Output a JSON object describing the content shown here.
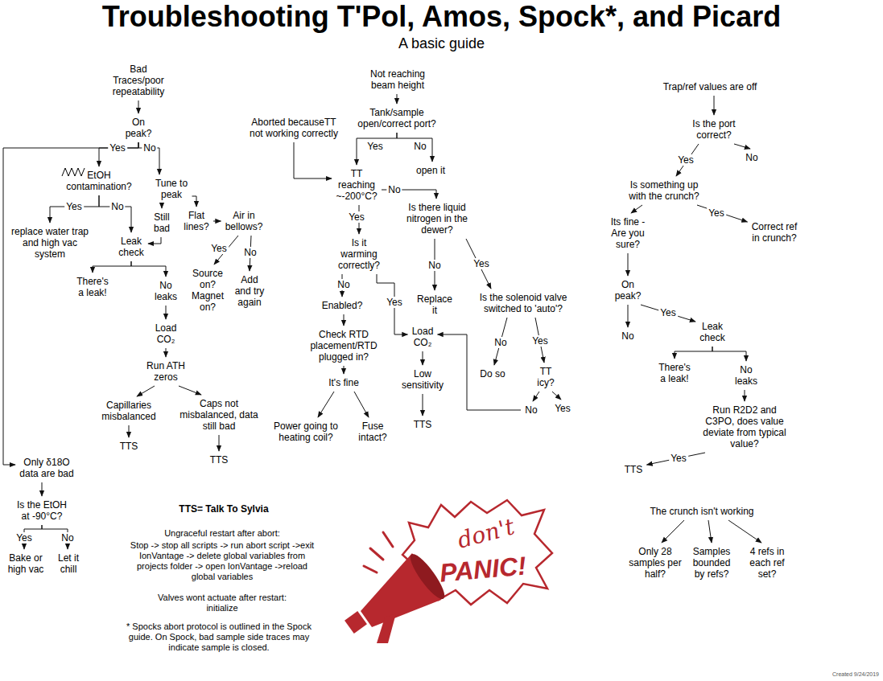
{
  "diagram": {
    "title": "Troubleshooting T'Pol, Amos, Spock*, and Picard",
    "caption": "A basic guide",
    "nodes": [
      {
        "text": [
          "Bad Traces/poor repeatability"
        ]
      },
      {
        "text": [
          "On peak?"
        ]
      },
      {
        "text": [
          "EtOH contamination?"
        ]
      },
      {
        "text": [
          "replace water trap and high vac system"
        ]
      },
      {
        "text": [
          "Tune to peak"
        ]
      },
      {
        "text": [
          "Still bad"
        ]
      },
      {
        "text": [
          "Flat lines?"
        ]
      },
      {
        "text": [
          "Air in bellows?"
        ]
      },
      {
        "text": [
          "Leak check"
        ]
      },
      {
        "text": [
          "There's a leak!"
        ]
      },
      {
        "text": [
          "No leaks"
        ]
      },
      {
        "text": [
          "Source on? Magnet on?"
        ]
      },
      {
        "text": [
          "Add and try again"
        ]
      },
      {
        "text": [
          "Load CO₂"
        ]
      },
      {
        "text": [
          "Run ATH zeros"
        ]
      },
      {
        "text": [
          "Capillaries misbalanced"
        ]
      },
      {
        "text": [
          "Caps not misbalanced, data still bad"
        ]
      },
      {
        "text": [
          "TTS"
        ]
      },
      {
        "text": [
          "TTS"
        ]
      },
      {
        "text": [
          "Only δ18O data are bad"
        ]
      },
      {
        "text": [
          "Is the EtOH at -90°C?"
        ]
      },
      {
        "text": [
          "Bake or high vac"
        ]
      },
      {
        "text": [
          "Let it chill"
        ]
      },
      {
        "text": [
          "Not reaching beam height"
        ]
      },
      {
        "text": [
          "Aborted becauseTT not working correctly"
        ]
      },
      {
        "text": [
          "Tank/sample open/correct port?"
        ]
      },
      {
        "text": [
          "TT reaching ~-200°C?"
        ]
      },
      {
        "text": [
          "open it"
        ]
      },
      {
        "text": [
          "Is there liquid nitrogen in the dewer?"
        ]
      },
      {
        "text": [
          "Is it warming correctly?"
        ]
      },
      {
        "text": [
          "Enabled?"
        ]
      },
      {
        "text": [
          "Check RTD placement/RTD plugged in?"
        ]
      },
      {
        "text": [
          "It's fine"
        ]
      },
      {
        "text": [
          "Power going to heating coil?"
        ]
      },
      {
        "text": [
          "Fuse intact?"
        ]
      },
      {
        "text": [
          "Load CO₂"
        ]
      },
      {
        "text": [
          "Low sensitivity"
        ]
      },
      {
        "text": [
          "TTS"
        ]
      },
      {
        "text": [
          "Replace it"
        ]
      },
      {
        "text": [
          "Is the solenoid valve switched to 'auto'?"
        ]
      },
      {
        "text": [
          "Do so"
        ]
      },
      {
        "text": [
          "TT icy?"
        ]
      },
      {
        "text": [
          "No"
        ]
      },
      {
        "text": [
          "Yes"
        ]
      },
      {
        "text": [
          "Trap/ref values are off"
        ]
      },
      {
        "text": [
          "Is the port correct?"
        ]
      },
      {
        "text": [
          "No"
        ]
      },
      {
        "text": [
          "Is something up with the crunch?"
        ]
      },
      {
        "text": [
          "Its fine - Are you sure?"
        ]
      },
      {
        "text": [
          "Correct ref in crunch?"
        ]
      },
      {
        "text": [
          "On peak?"
        ]
      },
      {
        "text": [
          "No"
        ]
      },
      {
        "text": [
          "Leak check"
        ]
      },
      {
        "text": [
          "There's a leak!"
        ]
      },
      {
        "text": [
          "No leaks"
        ]
      },
      {
        "text": [
          "Run R2D2 and C3PO, does value deviate from typical value?"
        ]
      },
      {
        "text": [
          "TTS"
        ]
      },
      {
        "text": [
          "The crunch isn't working"
        ]
      },
      {
        "text": [
          "Only 28 samples per half?"
        ]
      },
      {
        "text": [
          "Samples bounded by refs?"
        ]
      },
      {
        "text": [
          "4 refs in each ref set?"
        ]
      }
    ],
    "edges": [
      {
        "from": 0,
        "to": 1,
        "arrow": "to"
      },
      {
        "from": 1,
        "to": 19,
        "arrow": "to"
      },
      {
        "from": 1,
        "to": 2,
        "label": "Yes",
        "arrow": "to"
      },
      {
        "from": 1,
        "to": 4,
        "label": "No",
        "arrow": "to"
      },
      {
        "from": 2,
        "to": 3,
        "label": "Yes",
        "arrow": "to"
      },
      {
        "from": 2,
        "to": 8,
        "label": "No",
        "arrow": "to"
      },
      {
        "from": 4,
        "to": 5,
        "arrow": "to"
      },
      {
        "from": 4,
        "to": 6,
        "arrow": "to"
      },
      {
        "from": 5,
        "to": 8,
        "arrow": "to"
      },
      {
        "from": 6,
        "to": 7,
        "arrow": "to"
      },
      {
        "from": 7,
        "to": 11,
        "label": "Yes",
        "arrow": "to"
      },
      {
        "from": 7,
        "to": 12,
        "label": "No",
        "arrow": "to"
      },
      {
        "from": 8,
        "to": 9,
        "arrow": "to"
      },
      {
        "from": 8,
        "to": 10,
        "arrow": "to"
      },
      {
        "from": 10,
        "to": 13,
        "arrow": "to"
      },
      {
        "from": 13,
        "to": 14,
        "arrow": "to"
      },
      {
        "from": 14,
        "to": 15,
        "arrow": "to"
      },
      {
        "from": 14,
        "to": 16,
        "arrow": "to"
      },
      {
        "from": 15,
        "to": 17,
        "arrow": "to"
      },
      {
        "from": 16,
        "to": 18,
        "arrow": "to"
      },
      {
        "from": 19,
        "to": 20,
        "arrow": "to"
      },
      {
        "from": 20,
        "to": 21,
        "label": "Yes",
        "arrow": "to"
      },
      {
        "from": 20,
        "to": 22,
        "label": "No",
        "arrow": "to"
      },
      {
        "from": 23,
        "to": 25,
        "arrow": "to"
      },
      {
        "from": 24,
        "to": 26,
        "arrow": "to"
      },
      {
        "from": 25,
        "to": 26,
        "label": "Yes",
        "arrow": "to"
      },
      {
        "from": 25,
        "to": 27,
        "label": "No",
        "arrow": "to"
      },
      {
        "from": 26,
        "to": 28,
        "label": "No",
        "arrow": "to"
      },
      {
        "from": 26,
        "to": 29,
        "label": "Yes",
        "arrow": "to"
      },
      {
        "from": 29,
        "to": 30,
        "label": "No",
        "arrow": "to"
      },
      {
        "from": 29,
        "to": 35,
        "label": "Yes",
        "arrow": "to"
      },
      {
        "from": 30,
        "to": 31,
        "arrow": "to"
      },
      {
        "from": 31,
        "to": 32,
        "arrow": "to"
      },
      {
        "from": 32,
        "to": 33,
        "arrow": "to"
      },
      {
        "from": 32,
        "to": 34,
        "arrow": "to"
      },
      {
        "from": 35,
        "to": 36,
        "arrow": "to"
      },
      {
        "from": 36,
        "to": 37,
        "arrow": "to"
      },
      {
        "from": 28,
        "to": 38,
        "label": "No",
        "arrow": "to"
      },
      {
        "from": 28,
        "to": 39,
        "label": "Yes",
        "arrow": "to"
      },
      {
        "from": 39,
        "to": 40,
        "label": "No",
        "arrow": "to"
      },
      {
        "from": 39,
        "to": 41,
        "label": "Yes",
        "arrow": "to"
      },
      {
        "from": 41,
        "to": 42,
        "arrow": "to"
      },
      {
        "from": 41,
        "to": 43,
        "arrow": "to"
      },
      {
        "from": 42,
        "to": 35,
        "arrow": "to"
      },
      {
        "from": 44,
        "to": 45,
        "arrow": "to"
      },
      {
        "from": 45,
        "to": 47,
        "label": "Yes",
        "arrow": "to"
      },
      {
        "from": 45,
        "to": 46,
        "arrow": "to"
      },
      {
        "from": 47,
        "to": 48,
        "arrow": "to"
      },
      {
        "from": 47,
        "to": 49,
        "label": "Yes",
        "arrow": "to"
      },
      {
        "from": 48,
        "to": 50,
        "arrow": "to"
      },
      {
        "from": 50,
        "to": 51,
        "arrow": "to"
      },
      {
        "from": 50,
        "to": 52,
        "label": "Yes",
        "arrow": "to"
      },
      {
        "from": 52,
        "to": 53,
        "arrow": "to"
      },
      {
        "from": 52,
        "to": 54,
        "arrow": "to"
      },
      {
        "from": 54,
        "to": 55,
        "arrow": "to"
      },
      {
        "from": 55,
        "to": 56,
        "label": "Yes",
        "arrow": "to"
      },
      {
        "from": 57,
        "to": 58,
        "arrow": "to"
      },
      {
        "from": 57,
        "to": 59,
        "arrow": "to"
      },
      {
        "from": 57,
        "to": 60,
        "arrow": "to"
      }
    ],
    "labels": [
      "TTS= Talk To Sylvia",
      "Ungraceful restart after abort:",
      "Stop -> stop all scripts -> run abort script ->exit IonVantage -> delete global variables from projects folder -> open IonVantage ->reload global variables",
      "Valves wont actuate after restart: initialize",
      "* Spocks abort protocol is outlined in the Spock guide. On Spock, bad sample side traces may indicate sample is closed.",
      "don't",
      "PANIC!",
      "Created 9/24/2019"
    ]
  }
}
